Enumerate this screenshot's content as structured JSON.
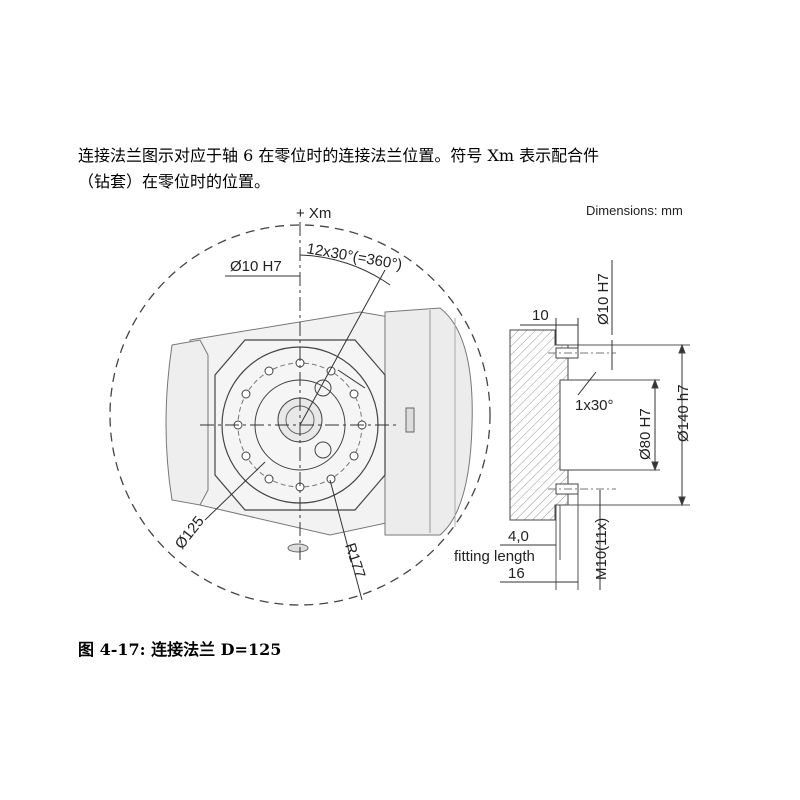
{
  "intro": {
    "line1": "连接法兰图示对应于轴 6 在零位时的连接法兰位置。符号 Xm 表示配合件",
    "line2": "（钻套）在零位时的位置。"
  },
  "drawing": {
    "units_label": "Dimensions: mm",
    "xm_label": "+ Xm",
    "bolt_pattern": "12x30°(=360°)",
    "hole_dia_front": "Ø10 H7",
    "pcd": "Ø125",
    "radius": "R177",
    "hole_dia_side": "Ø10 H7",
    "dim_10": "10",
    "chamfer": "1x30°",
    "bore": "Ø80 H7",
    "outer_dia": "Ø140 h7",
    "dim_4": "4,0",
    "fitting_length": "fitting length",
    "dim_16": "16",
    "thread": "M10(11x)"
  },
  "caption": "图 4-17: 连接法兰 D=125"
}
